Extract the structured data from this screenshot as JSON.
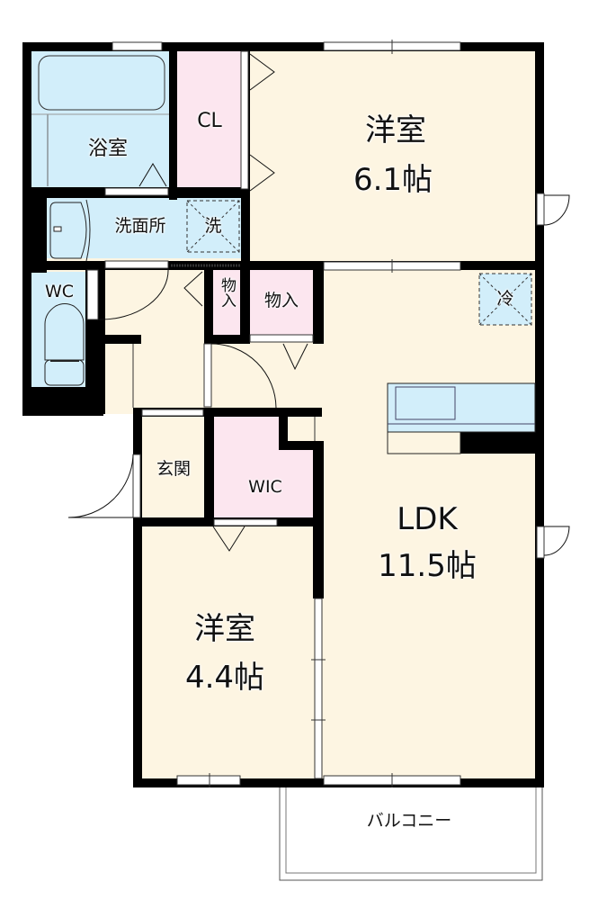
{
  "colors": {
    "wall": "#000000",
    "living_floor": "#fdf5e2",
    "wet_area": "#d2eefa",
    "storage": "#fce6ef",
    "balcony": "#ffffff"
  },
  "rooms": {
    "western_room_1": {
      "name": "洋室",
      "size": "6.1帖"
    },
    "western_room_2": {
      "name": "洋室",
      "size": "4.4帖"
    },
    "ldk": {
      "name": "LDK",
      "size": "11.5帖"
    },
    "closet": {
      "name": "CL"
    },
    "bathroom": {
      "name": "浴室"
    },
    "washroom": {
      "name": "洗面所"
    },
    "washer": {
      "name": "洗"
    },
    "toilet": {
      "name": "WC"
    },
    "storage_small": {
      "name": "物入"
    },
    "storage": {
      "name": "物入"
    },
    "fridge": {
      "name": "冷"
    },
    "entrance": {
      "name": "玄関"
    },
    "walk_in_closet": {
      "name": "WIC"
    },
    "balcony": {
      "name": "バルコニー"
    }
  }
}
